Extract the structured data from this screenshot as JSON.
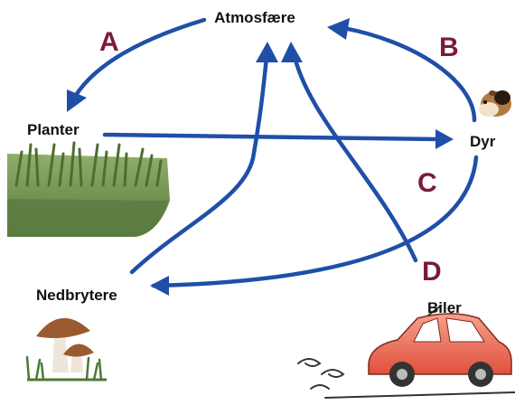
{
  "colors": {
    "arrow": "#1f4fa8",
    "letter": "#7a1b38"
  },
  "nodes": {
    "atmosphere": "Atmosfære",
    "plants": "Planter",
    "animals": "Dyr",
    "decomposers": "Nedbrytere",
    "cars": "Biler"
  },
  "edge_labels": {
    "a": "A",
    "b": "B",
    "c": "C",
    "d": "D"
  },
  "icons": {
    "plants": "grass-icon",
    "animals": "guinea-pig-icon",
    "decomposers": "mushroom-icon",
    "cars": "car-icon"
  }
}
